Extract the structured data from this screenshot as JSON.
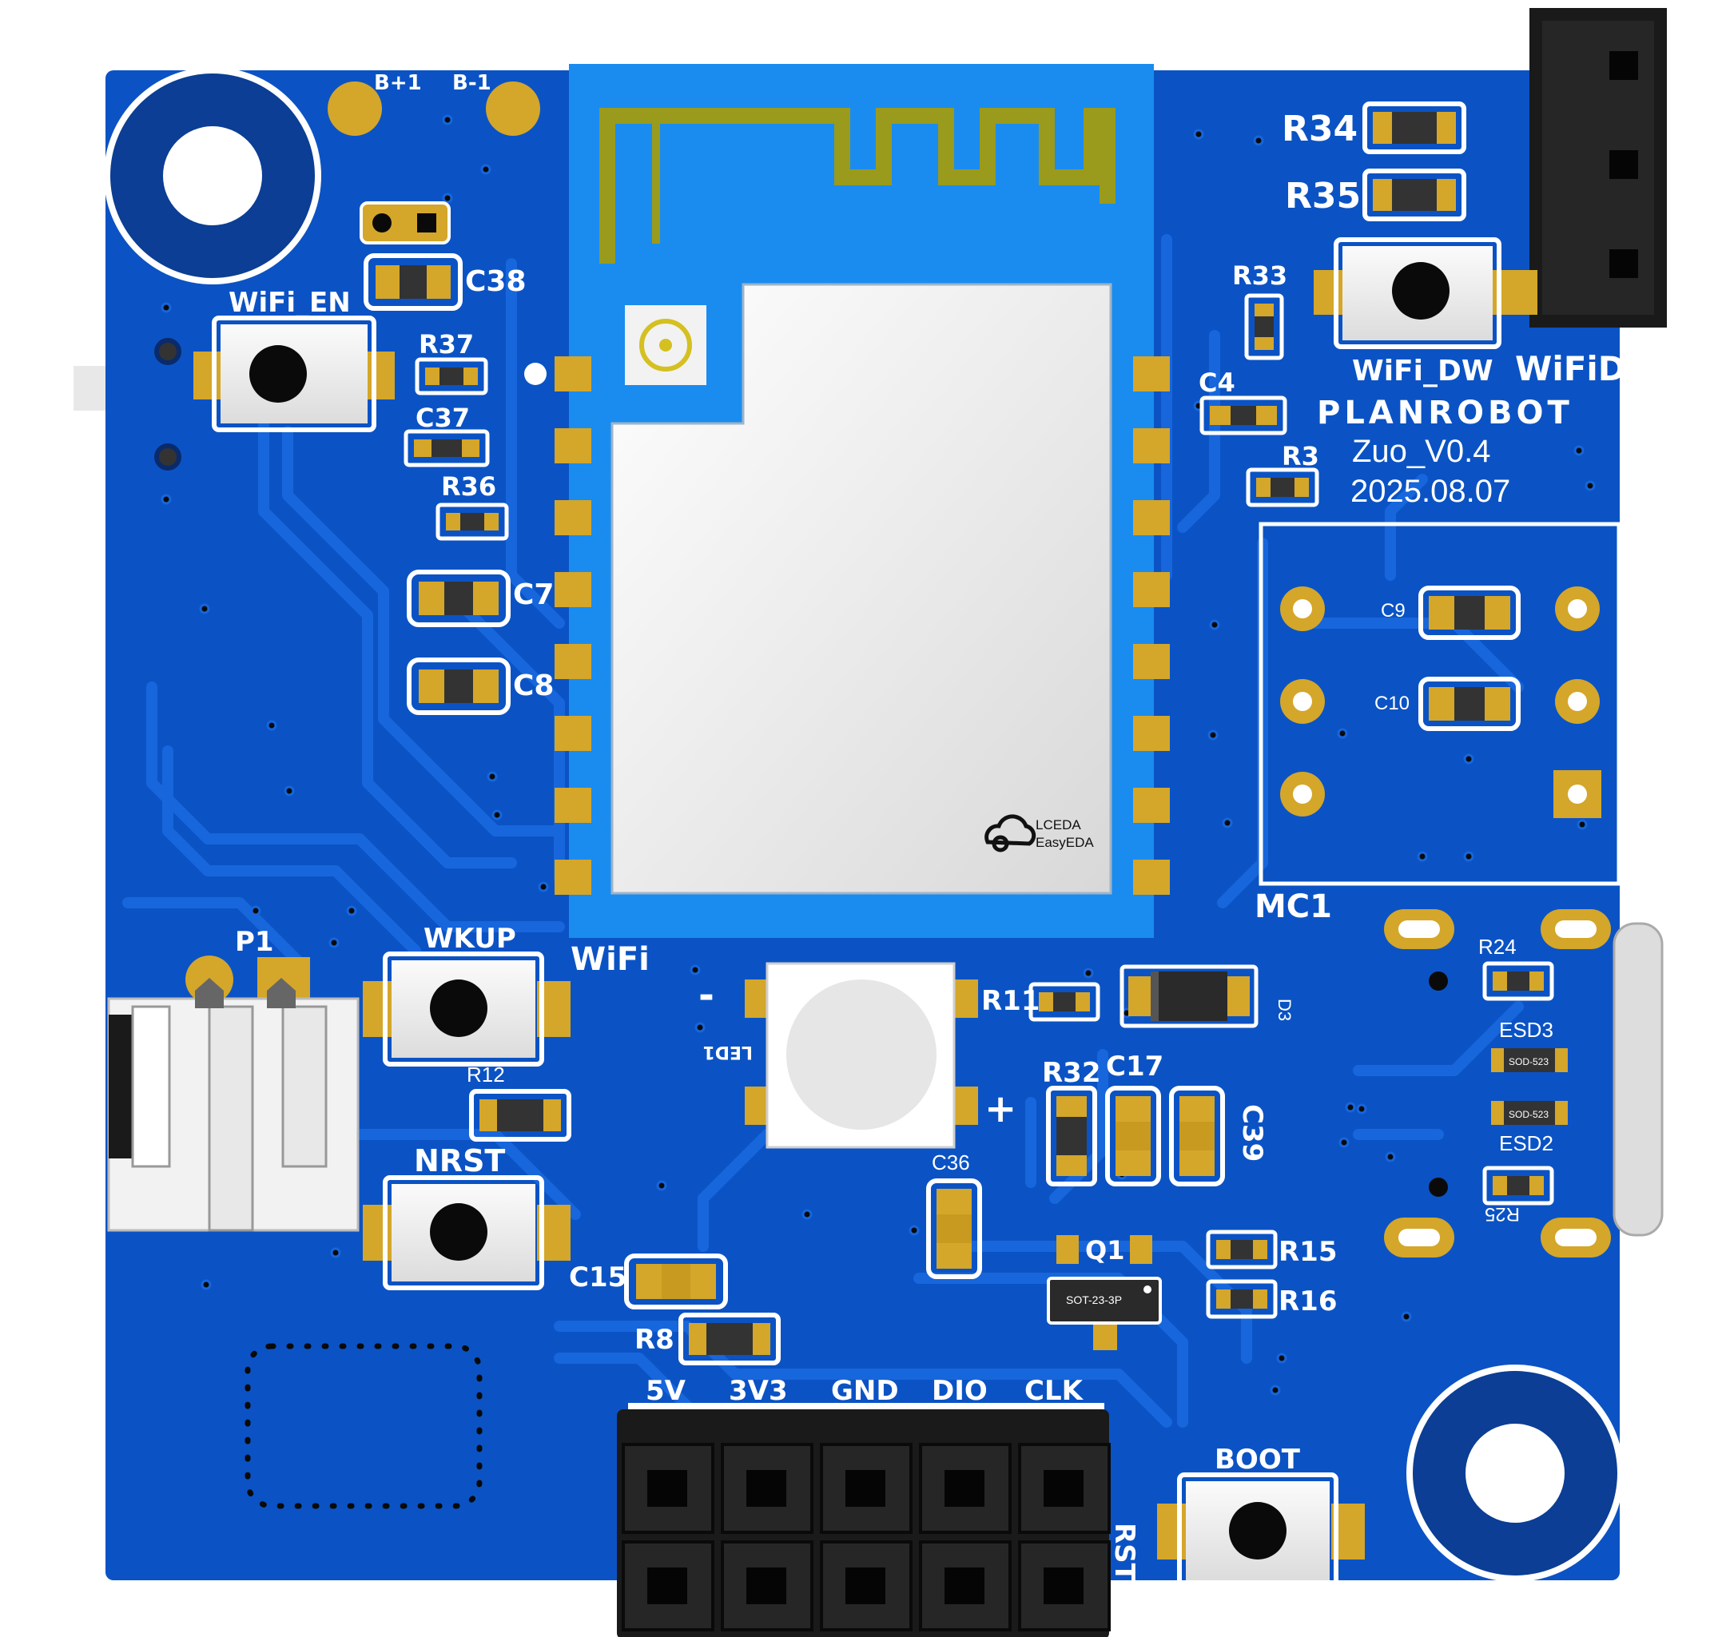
{
  "board": {
    "brand": "PLANROBOT",
    "version": "Zuo_V0.4",
    "date": "2025.08.07",
    "logo_line1": "LCEDA",
    "logo_line2": "EasyEDA"
  },
  "colors": {
    "board": "#0b53c4",
    "trace": "#1766dc",
    "pad": "#d4a62a",
    "silk": "#ffffff",
    "module": "#1a8cf0",
    "antenna": "#9a9a1c",
    "header": "#1a1a1a"
  },
  "labels": {
    "b_plus": "B+1",
    "b_minus": "B-1",
    "wifi_en": "WiFi_EN",
    "wifi_dw": "WiFi_DW",
    "wifid": "WiFiD",
    "wifi": "WiFi",
    "p1": "P1",
    "wkup": "WKUP",
    "nrst": "NRST",
    "boot": "BOOT",
    "mc1": "MC1",
    "led1": "LED1",
    "minus": "-",
    "plus": "+",
    "d3": "D3",
    "q1": "Q1",
    "sot": "SOT-23-3P",
    "esd3": "ESD3",
    "esd2": "ESD2",
    "sod": "SOD-523",
    "rst": "RST"
  },
  "components": {
    "c38": "C38",
    "r37": "R37",
    "c37": "C37",
    "r36": "R36",
    "c7": "C7",
    "c8": "C8",
    "r34": "R34",
    "r35": "R35",
    "r33": "R33",
    "c4": "C4",
    "r3": "R3",
    "c9": "C9",
    "c10": "C10",
    "r24": "R24",
    "r25": "R25",
    "r11": "R11",
    "r32": "R32",
    "c17": "C17",
    "c39": "C39",
    "c36": "C36",
    "r15": "R15",
    "r16": "R16",
    "r12": "R12",
    "c15": "C15",
    "r8": "R8"
  },
  "header_pins": [
    "5V",
    "3V3",
    "GND",
    "DIO",
    "CLK"
  ]
}
